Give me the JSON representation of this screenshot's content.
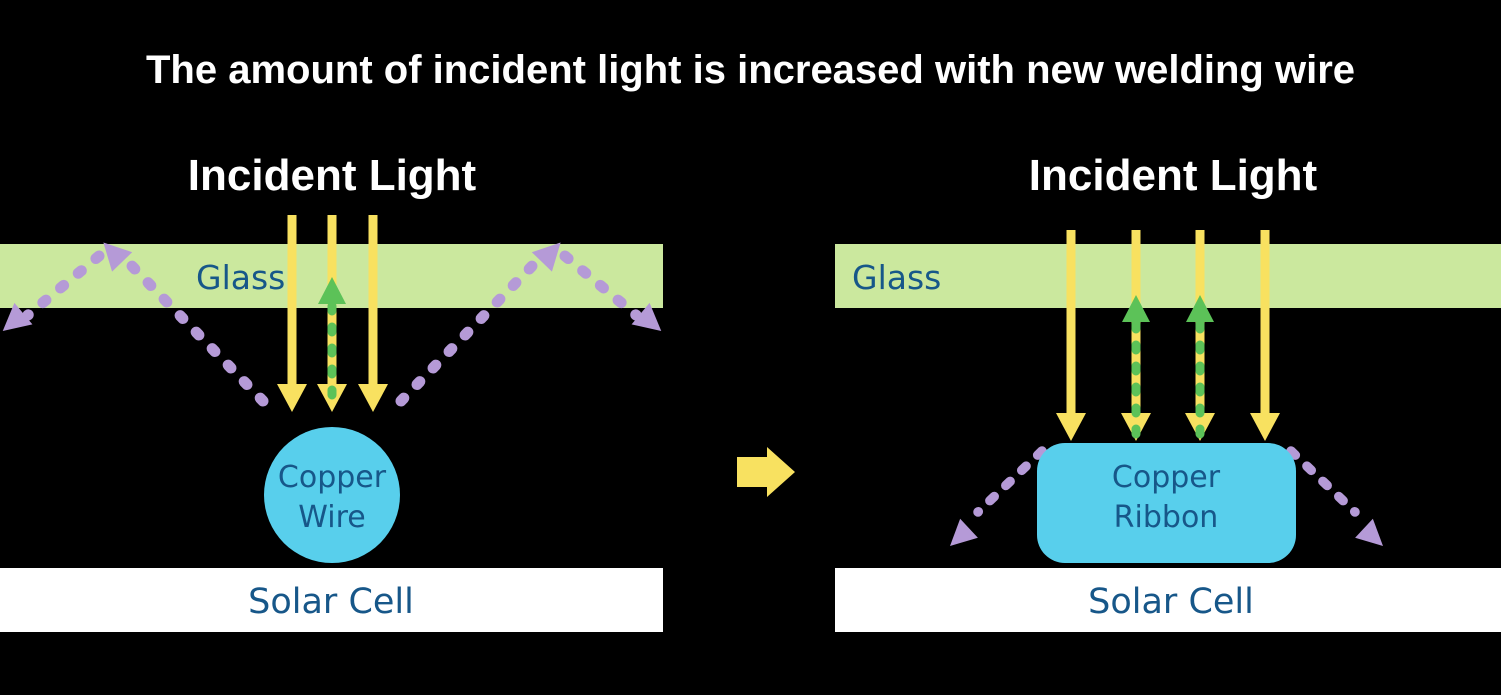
{
  "title": "The amount of incident light is increased with new welding wire",
  "colors": {
    "background": "#000000",
    "title": "#ffffff",
    "glass": "#cbe89e",
    "label": "#175789",
    "yellow": "#f8e160",
    "green": "#5cc258",
    "purple": "#b59ad7",
    "copper": "#58cfec",
    "solar": "#ffffff"
  },
  "left_panel": {
    "incident_light_label": "Incident Light",
    "glass_label": "Glass",
    "conductor_line1": "Copper",
    "conductor_line2": "Wire",
    "solar_cell_label": "Solar Cell"
  },
  "right_panel": {
    "incident_light_label": "Incident Light",
    "glass_label": "Glass",
    "conductor_line1": "Copper",
    "conductor_line2": "Ribbon",
    "solar_cell_label": "Solar Cell"
  }
}
